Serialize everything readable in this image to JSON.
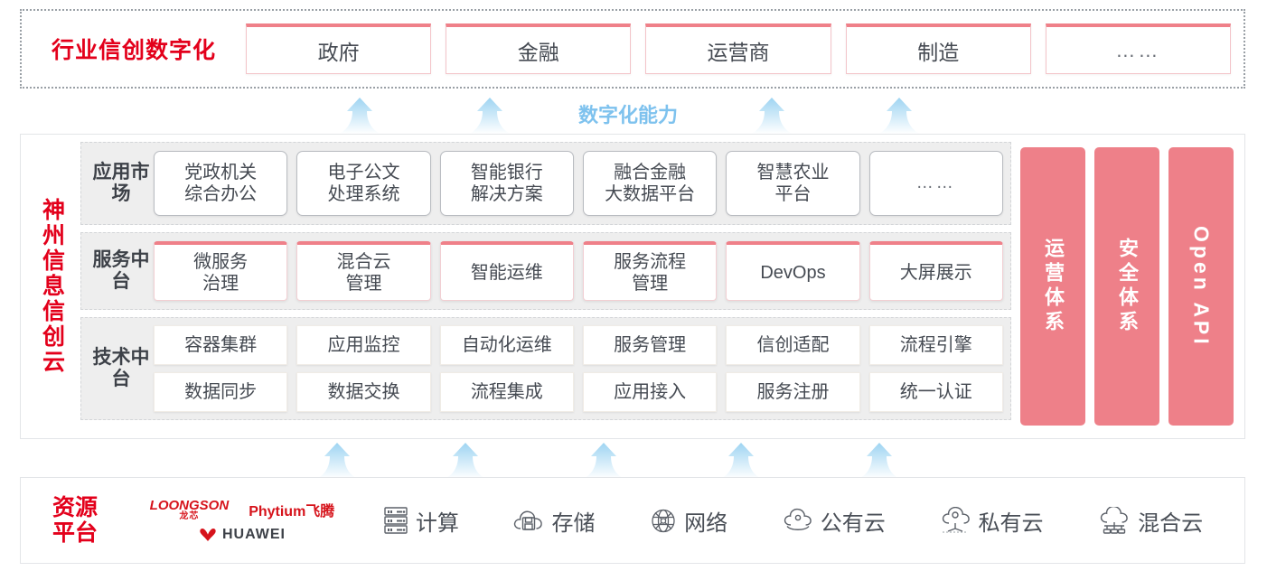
{
  "colors": {
    "red": "#E3001B",
    "pink": "#EE8089",
    "arrow_blue": "#9ED4F2",
    "panel_gray": "#EEEEEE"
  },
  "industry": {
    "title": "行业信创数字化",
    "boxes": [
      "政府",
      "金融",
      "运营商",
      "制造",
      "……"
    ]
  },
  "capability": {
    "label": "数字化能力"
  },
  "cloud": {
    "title": "神州信息信创云",
    "layers": [
      {
        "label": "应用市场",
        "items": [
          "党政机关\n综合办公",
          "电子公文\n处理系统",
          "智能银行\n解决方案",
          "融合金融\n大数据平台",
          "智慧农业\n平台",
          "……"
        ]
      },
      {
        "label": "服务中台",
        "items": [
          "微服务\n治理",
          "混合云\n管理",
          "智能运维",
          "服务流程\n管理",
          "DevOps",
          "大屏展示"
        ]
      },
      {
        "label": "技术中台",
        "row1": [
          "容器集群",
          "应用监控",
          "自动化运维",
          "服务管理",
          "信创适配",
          "流程引擎"
        ],
        "row2": [
          "数据同步",
          "数据交换",
          "流程集成",
          "应用接入",
          "服务注册",
          "统一认证"
        ]
      }
    ],
    "pillars": [
      "运营体系",
      "安全体系",
      "Open API"
    ]
  },
  "resource": {
    "title": "资源平台",
    "vendors": [
      {
        "name": "LOONGSON",
        "sub": "龙芯"
      },
      {
        "name": "Phytium飞腾",
        "sub": ""
      },
      {
        "name": "HUAWEI",
        "sub": ""
      }
    ],
    "items": [
      {
        "icon": "server-icon",
        "label": "计算"
      },
      {
        "icon": "cloud-storage-icon",
        "label": "存储"
      },
      {
        "icon": "network-icon",
        "label": "网络"
      },
      {
        "icon": "public-cloud-icon",
        "label": "公有云"
      },
      {
        "icon": "private-cloud-icon",
        "label": "私有云"
      },
      {
        "icon": "hybrid-cloud-icon",
        "label": "混合云"
      }
    ]
  },
  "arrows": {
    "top_count": 4,
    "bottom_count": 5
  }
}
